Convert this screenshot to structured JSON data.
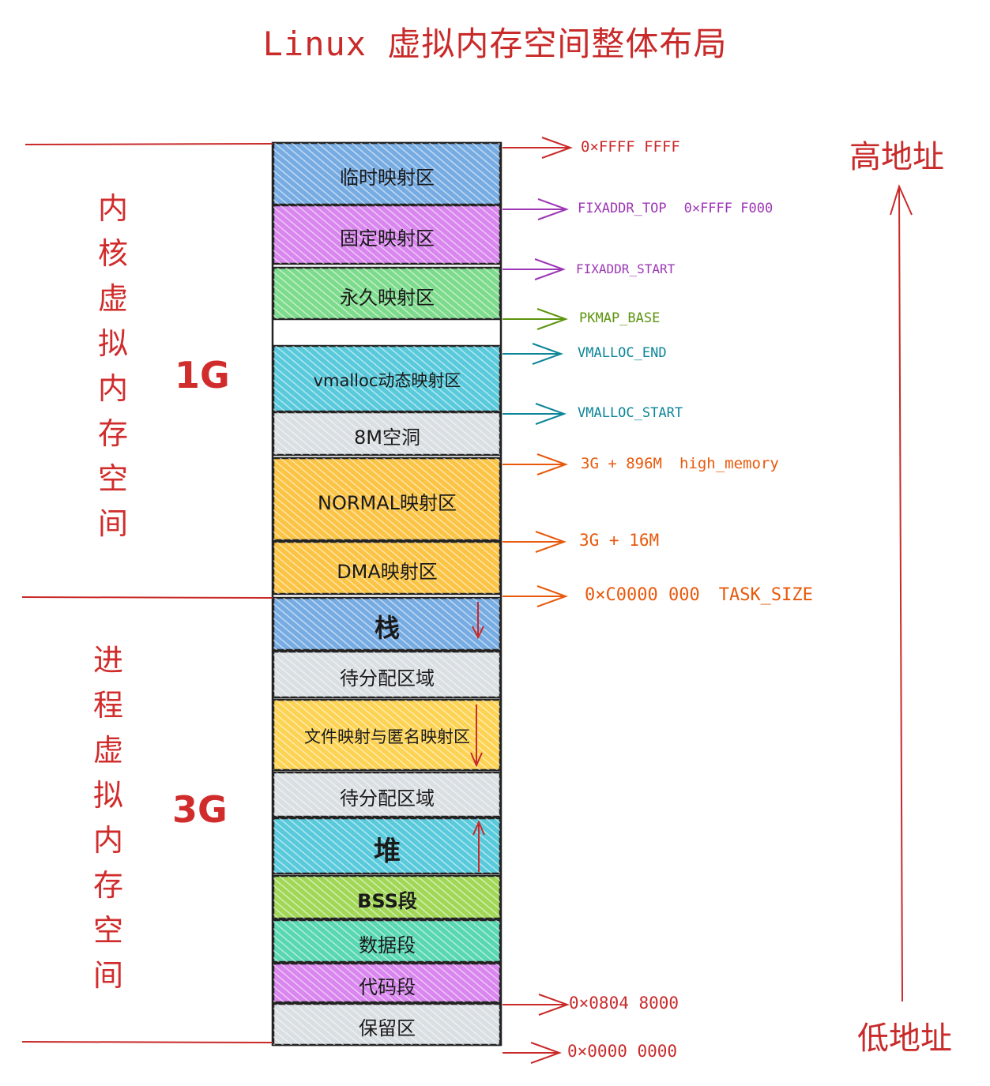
{
  "title": "Linux 虚拟内存空间整体布局",
  "kernel_label": "内核虚拟内存空间",
  "process_label": "进程虚拟内存空间",
  "kernel_size": "1G",
  "process_size": "3G",
  "high_address": "高地址",
  "low_address": "低地址",
  "segments": [
    {
      "label": "临时映射区",
      "fill": "#4a90d9"
    },
    {
      "label": "固定映射区",
      "fill": "#cc5de8"
    },
    {
      "label": "永久映射区",
      "fill": "#51cf66"
    },
    {
      "label": "vmalloc动态映射区",
      "fill": "#22b8cf"
    },
    {
      "label": "8M空洞",
      "fill": "#ced4da"
    },
    {
      "label": "NORMAL映射区",
      "fill": "#fab005"
    },
    {
      "label": "DMA映射区",
      "fill": "#fab005"
    },
    {
      "label": "栈",
      "fill": "#4a90d9"
    },
    {
      "label": "待分配区域",
      "fill": "#ced4da"
    },
    {
      "label": "文件映射与匿名映射区",
      "fill": "#fcc419"
    },
    {
      "label": "待分配区域",
      "fill": "#ced4da"
    },
    {
      "label": "堆",
      "fill": "#22b8cf"
    },
    {
      "label": "BSS段",
      "fill": "#82c91e"
    },
    {
      "label": "数据段",
      "fill": "#20c997"
    },
    {
      "label": "代码段",
      "fill": "#cc5de8"
    },
    {
      "label": "保留区",
      "fill": "#ced4da"
    }
  ],
  "markers": [
    {
      "label": "0×FFFF FFFF",
      "color": "#c92a2a"
    },
    {
      "label": "FIXADDR_TOP",
      "extra": "0×FFFF F000",
      "color": "#9c36b5"
    },
    {
      "label": "FIXADDR_START",
      "color": "#9c36b5"
    },
    {
      "label": "PKMAP_BASE",
      "color": "#5c940d"
    },
    {
      "label": "VMALLOC_END",
      "color": "#0c8599"
    },
    {
      "label": "VMALLOC_START",
      "color": "#0c8599"
    },
    {
      "label": "3G + 896M",
      "extra": "high_memory",
      "color": "#e8590c"
    },
    {
      "label": "3G + 16M",
      "color": "#e8590c"
    },
    {
      "label": "0×C0000 000",
      "extra": "TASK_SIZE",
      "color": "#e8590c"
    },
    {
      "label": "0×0804 8000",
      "color": "#c92a2a"
    },
    {
      "label": "0×0000 0000",
      "color": "#c92a2a"
    }
  ]
}
